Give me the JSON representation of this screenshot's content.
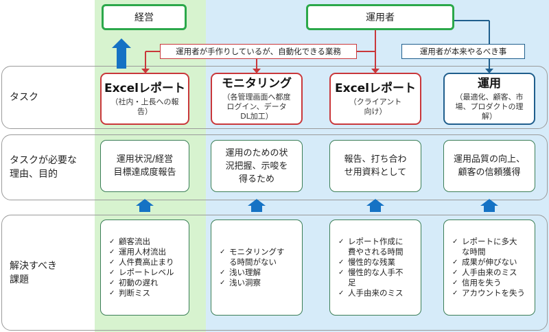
{
  "top": {
    "management": "経営",
    "operator": "運用者"
  },
  "callouts": {
    "automatable": "運用者が手作りしているが、自動化できる業務",
    "core_work": "運用者が本来やるべき事"
  },
  "rows": {
    "task": "タスク",
    "reason": "タスクが必要な\n理由、目的",
    "issue": "解決すべき\n課題"
  },
  "tasks": [
    {
      "title": "Excelレポート",
      "sub": "（社内・上長への報\n告）"
    },
    {
      "title": "モニタリング",
      "sub": "（各管理画面へ都度\nログイン、データ\nDL加工）"
    },
    {
      "title": "Excelレポート",
      "sub": "（クライアント\n向け）"
    },
    {
      "title": "運用",
      "sub": "（最適化、顧客、市\n場、プロダクトの理\n解）"
    }
  ],
  "reasons": [
    "運用状況/経営\n目標達成度報告",
    "運用のための状\n況把握、示唆を\n得るため",
    "報告、打ち合わ\nせ用資料として",
    "運用品質の向上、\n顧客の信頼獲得"
  ],
  "issues": [
    [
      "顧客流出",
      "運用人材流出",
      "人件費高止まり",
      "レポートレベル",
      "初動の遅れ",
      "判断ミス"
    ],
    [
      "モニタリングす\nる時間がない",
      "浅い理解",
      "浅い洞察"
    ],
    [
      "レポート作成に\n費やされる時間",
      "慢性的な残業",
      "慢性的な人手不\n足",
      "人手由来のミス"
    ],
    [
      "レポートに多大\nな時間",
      "成果が伸びない",
      "人手由来のミス",
      "信用を失う",
      "アカウントを失う"
    ]
  ],
  "colors": {
    "green_band": "#d7f3cf",
    "blue_band": "#d6ebf9",
    "green_border": "#2ba84a",
    "red": "#c9373a",
    "navy": "#1f5e8c",
    "arrow_blue": "#1572c4"
  }
}
